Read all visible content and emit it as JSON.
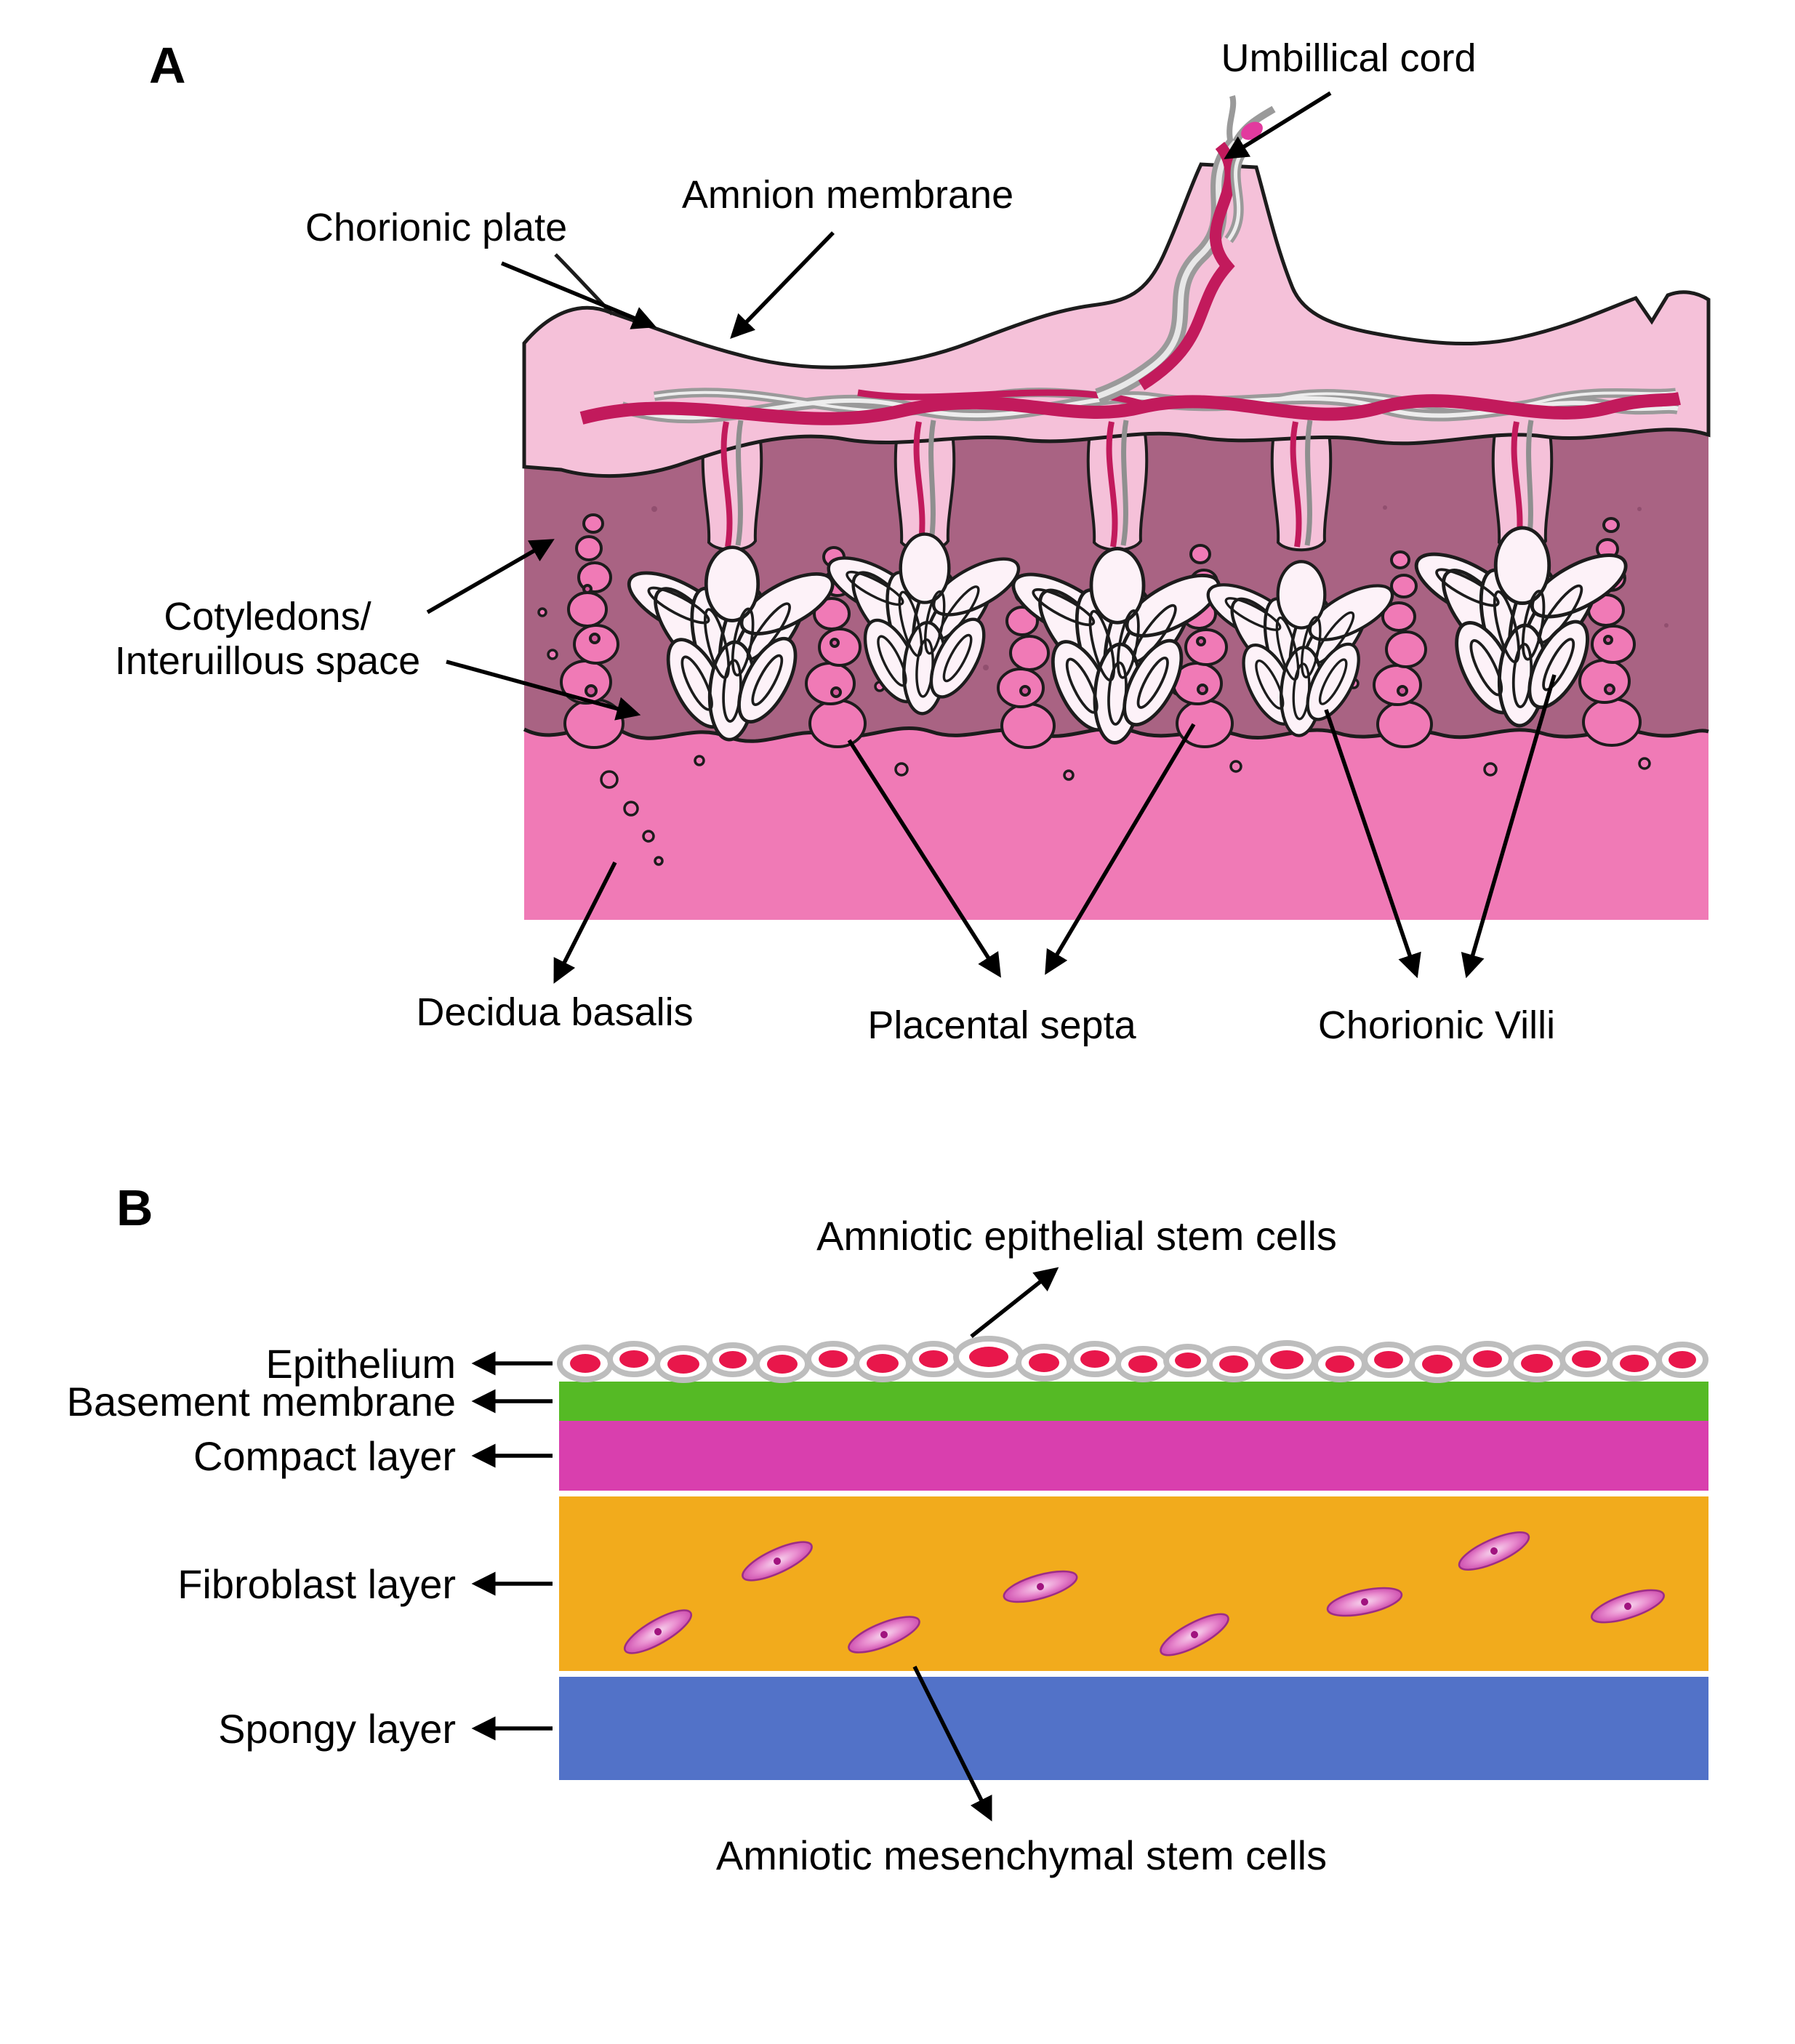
{
  "panel_a": {
    "panel_label": "A",
    "labels": {
      "umbilical_cord": "Umbillical cord",
      "amnion_membrane": "Amnion membrane",
      "chorionic_plate": "Chorionic plate",
      "cotyledons_line1": "Cotyledons/",
      "cotyledons_line2": "Interuillous space",
      "decidua_basalis": "Decidua basalis",
      "placental_septa": "Placental septa",
      "chorionic_villi": "Chorionic Villi"
    },
    "colors": {
      "chorionic_plate": "#f5c1d9",
      "intervillous_space": "#a96383",
      "decidua": "#f07ab6",
      "vessel_red": "#c21a5c",
      "vessel_gray": "#9a9a9a"
    }
  },
  "panel_b": {
    "panel_label": "B",
    "labels": {
      "amniotic_epithelial": "Amniotic epithelial stem cells",
      "epithelium": "Epithelium",
      "basement_membrane": "Basement membrane",
      "compact_layer": "Compact layer",
      "fibroblast_layer": "Fibroblast layer",
      "spongy_layer": "Spongy layer",
      "amniotic_mesenchymal": "Amniotic mesenchymal stem cells"
    },
    "colors": {
      "basement_membrane": "#55ba25",
      "compact_layer": "#d93fae",
      "fibroblast_layer": "#f2ab1c",
      "spongy_layer": "#5272c8",
      "epithelial_cell_nucleus": "#e8174b",
      "mesenchymal_cell": "#cc3fae"
    }
  }
}
